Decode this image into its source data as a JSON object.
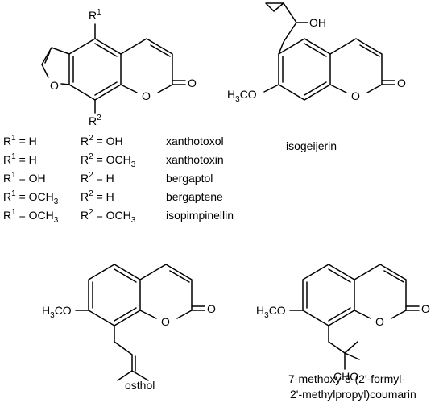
{
  "atoms": {
    "O": "O",
    "OH": "OH",
    "methoxy_group": "H",
    "methoxy_sub": "3",
    "methoxy_tail": "CO",
    "aldehyde": "CHO",
    "R": "R",
    "sup1": "1",
    "sup2": "2"
  },
  "compound_names": {
    "isogeijerin": "isogeijerin",
    "osthol": "osthol",
    "formyl_line1": "7-methoxy-8-(2'-formyl-",
    "formyl_line2": "2'-methylpropyl)coumarin"
  },
  "substituent_table": [
    {
      "r1": "H",
      "r1_sub": "",
      "r2": "OH",
      "r2_sub": "",
      "name": "xanthotoxol"
    },
    {
      "r1": "H",
      "r1_sub": "",
      "r2": "OCH",
      "r2_sub": "3",
      "name": "xanthotoxin"
    },
    {
      "r1": "OH",
      "r1_sub": "",
      "r2": "H",
      "r2_sub": "",
      "name": "bergaptol"
    },
    {
      "r1": "OCH",
      "r1_sub": "3",
      "r2": "H",
      "r2_sub": "",
      "name": "bergaptene"
    },
    {
      "r1": "OCH",
      "r1_sub": "3",
      "r2": "OCH",
      "r2_sub": "3",
      "name": "isopimpinellin"
    }
  ],
  "labels": {
    "r_prefix": "R",
    "equals": " = "
  }
}
